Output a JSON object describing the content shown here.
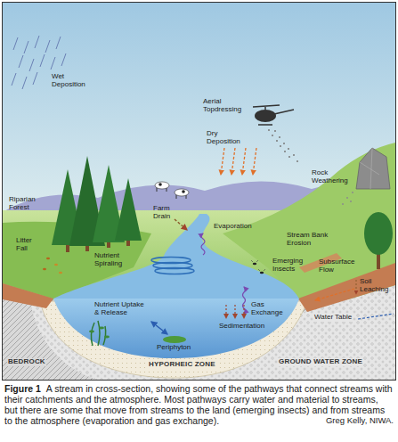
{
  "diagram": {
    "caption": "A stream in cross-section, showing some of the pathways that connect streams with their catchments and the atmosphere. Most pathways carry water and material to streams, but there are some that move from streams to the land (emerging insects) and from streams to the atmosphere (evaporation and gas exchange).",
    "labels": [
      "Wet Deposition",
      "Aerial Topdressing",
      "Dry Deposition",
      "Rock Weathering",
      "Riparian Forest",
      "Farm Drain",
      "Evaporation",
      "Litter Fall",
      "Stream Bank Erosion",
      "Nutrient Spiraling",
      "Emerging Insects",
      "Subsurface Flow",
      "Gas Exchange",
      "Soil Leaching",
      "Nutrient Uptake & Release",
      "Water Table",
      "Sedimentation",
      "Periphyton",
      "BEDROCK",
      "HYPORHEIC ZONE",
      "GROUND WATER ZONE",
      "Figure 1",
      "Greg Kelly, NIWA."
    ]
  }
}
